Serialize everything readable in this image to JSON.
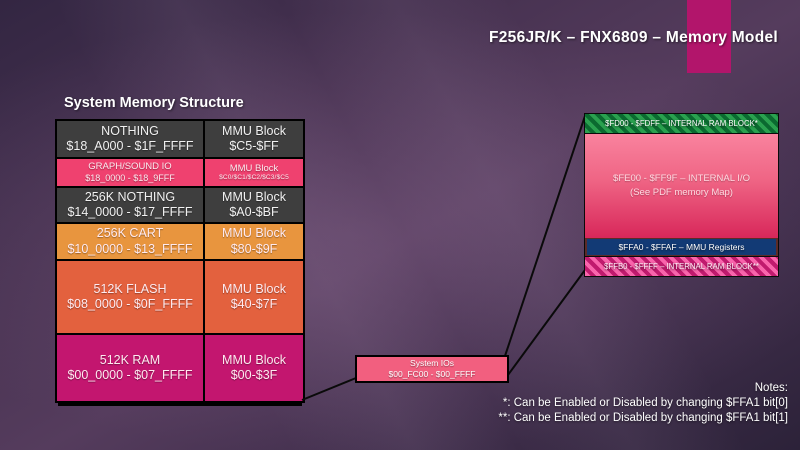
{
  "title": "F256JR/K – FNX6809 – Memory Model",
  "section_title": "System Memory Structure",
  "memory_table": {
    "rows": [
      {
        "name": "NOTHING",
        "range": "$18_A000 - $1F_FFFF",
        "mmu_label": "MMU Block",
        "mmu_range": "$C5-$FF",
        "color": "#3e3e3e"
      },
      {
        "name": "GRAPH/SOUND IO",
        "range": "$18_0000 - $18_9FFF",
        "mmu_label": "MMU Block",
        "mmu_range": "$C0/$C1/$C2/$C3/$C5",
        "color": "#ef416f"
      },
      {
        "name": "256K NOTHING",
        "range": "$14_0000 - $17_FFFF",
        "mmu_label": "MMU Block",
        "mmu_range": "$A0-$BF",
        "color": "#3e3e3e"
      },
      {
        "name": "256K CART",
        "range": "$10_0000 - $13_FFFF",
        "mmu_label": "MMU Block",
        "mmu_range": "$80-$9F",
        "color": "#e8953e"
      },
      {
        "name": "512K FLASH",
        "range": "$08_0000 - $0F_FFFF",
        "mmu_label": "MMU Block",
        "mmu_range": "$40-$7F",
        "color": "#e3613e"
      },
      {
        "name": "512K RAM",
        "range": "$00_0000 - $07_FFFF",
        "mmu_label": "MMU Block",
        "mmu_range": "$00-$3F",
        "color": "#c3166f"
      }
    ]
  },
  "system_io_box": {
    "line1": "System IOs",
    "line2": "$00_FC00 - $00_FFFF"
  },
  "detail_box": {
    "ram_top": "$FD00 - $FDFF – INTERNAL RAM BLOCK*",
    "io_line1": "$FE00 - $FF9F – INTERNAL I/O",
    "io_line2": "(See PDF memory Map)",
    "mmu_registers": "$FFA0 - $FFAF – MMU Registers",
    "ram_bottom": "$FFB0 - $FFFF – INTERNAL RAM BLOCK**"
  },
  "notes": {
    "heading": "Notes:",
    "line1": "*: Can be Enabled or Disabled by changing $FFA1 bit[0]",
    "line2": "**: Can be Enabled or Disabled by changing $FFA1 bit[1]"
  },
  "colors": {
    "accent_bar": "#b2156b",
    "row_gray": "#3e3e3e",
    "row_graph_io_pink": "#ef416f",
    "row_cart_orange": "#e8953e",
    "row_flash_red": "#e3613e",
    "row_ram_magenta": "#c3166f",
    "system_io_pink": "#f25f7f",
    "mmu_registers_navy": "#123a75",
    "green_stripe_light": "#2aa14f",
    "green_stripe_dark": "#0b6a30",
    "pink_stripe_light": "#f965ac",
    "pink_stripe_dark": "#c01b6e",
    "io_gradient_top": "#f9839e",
    "io_gradient_bottom": "#d8275a",
    "background_purple": "#553c5d",
    "connector_line": "#0a0a0a"
  }
}
